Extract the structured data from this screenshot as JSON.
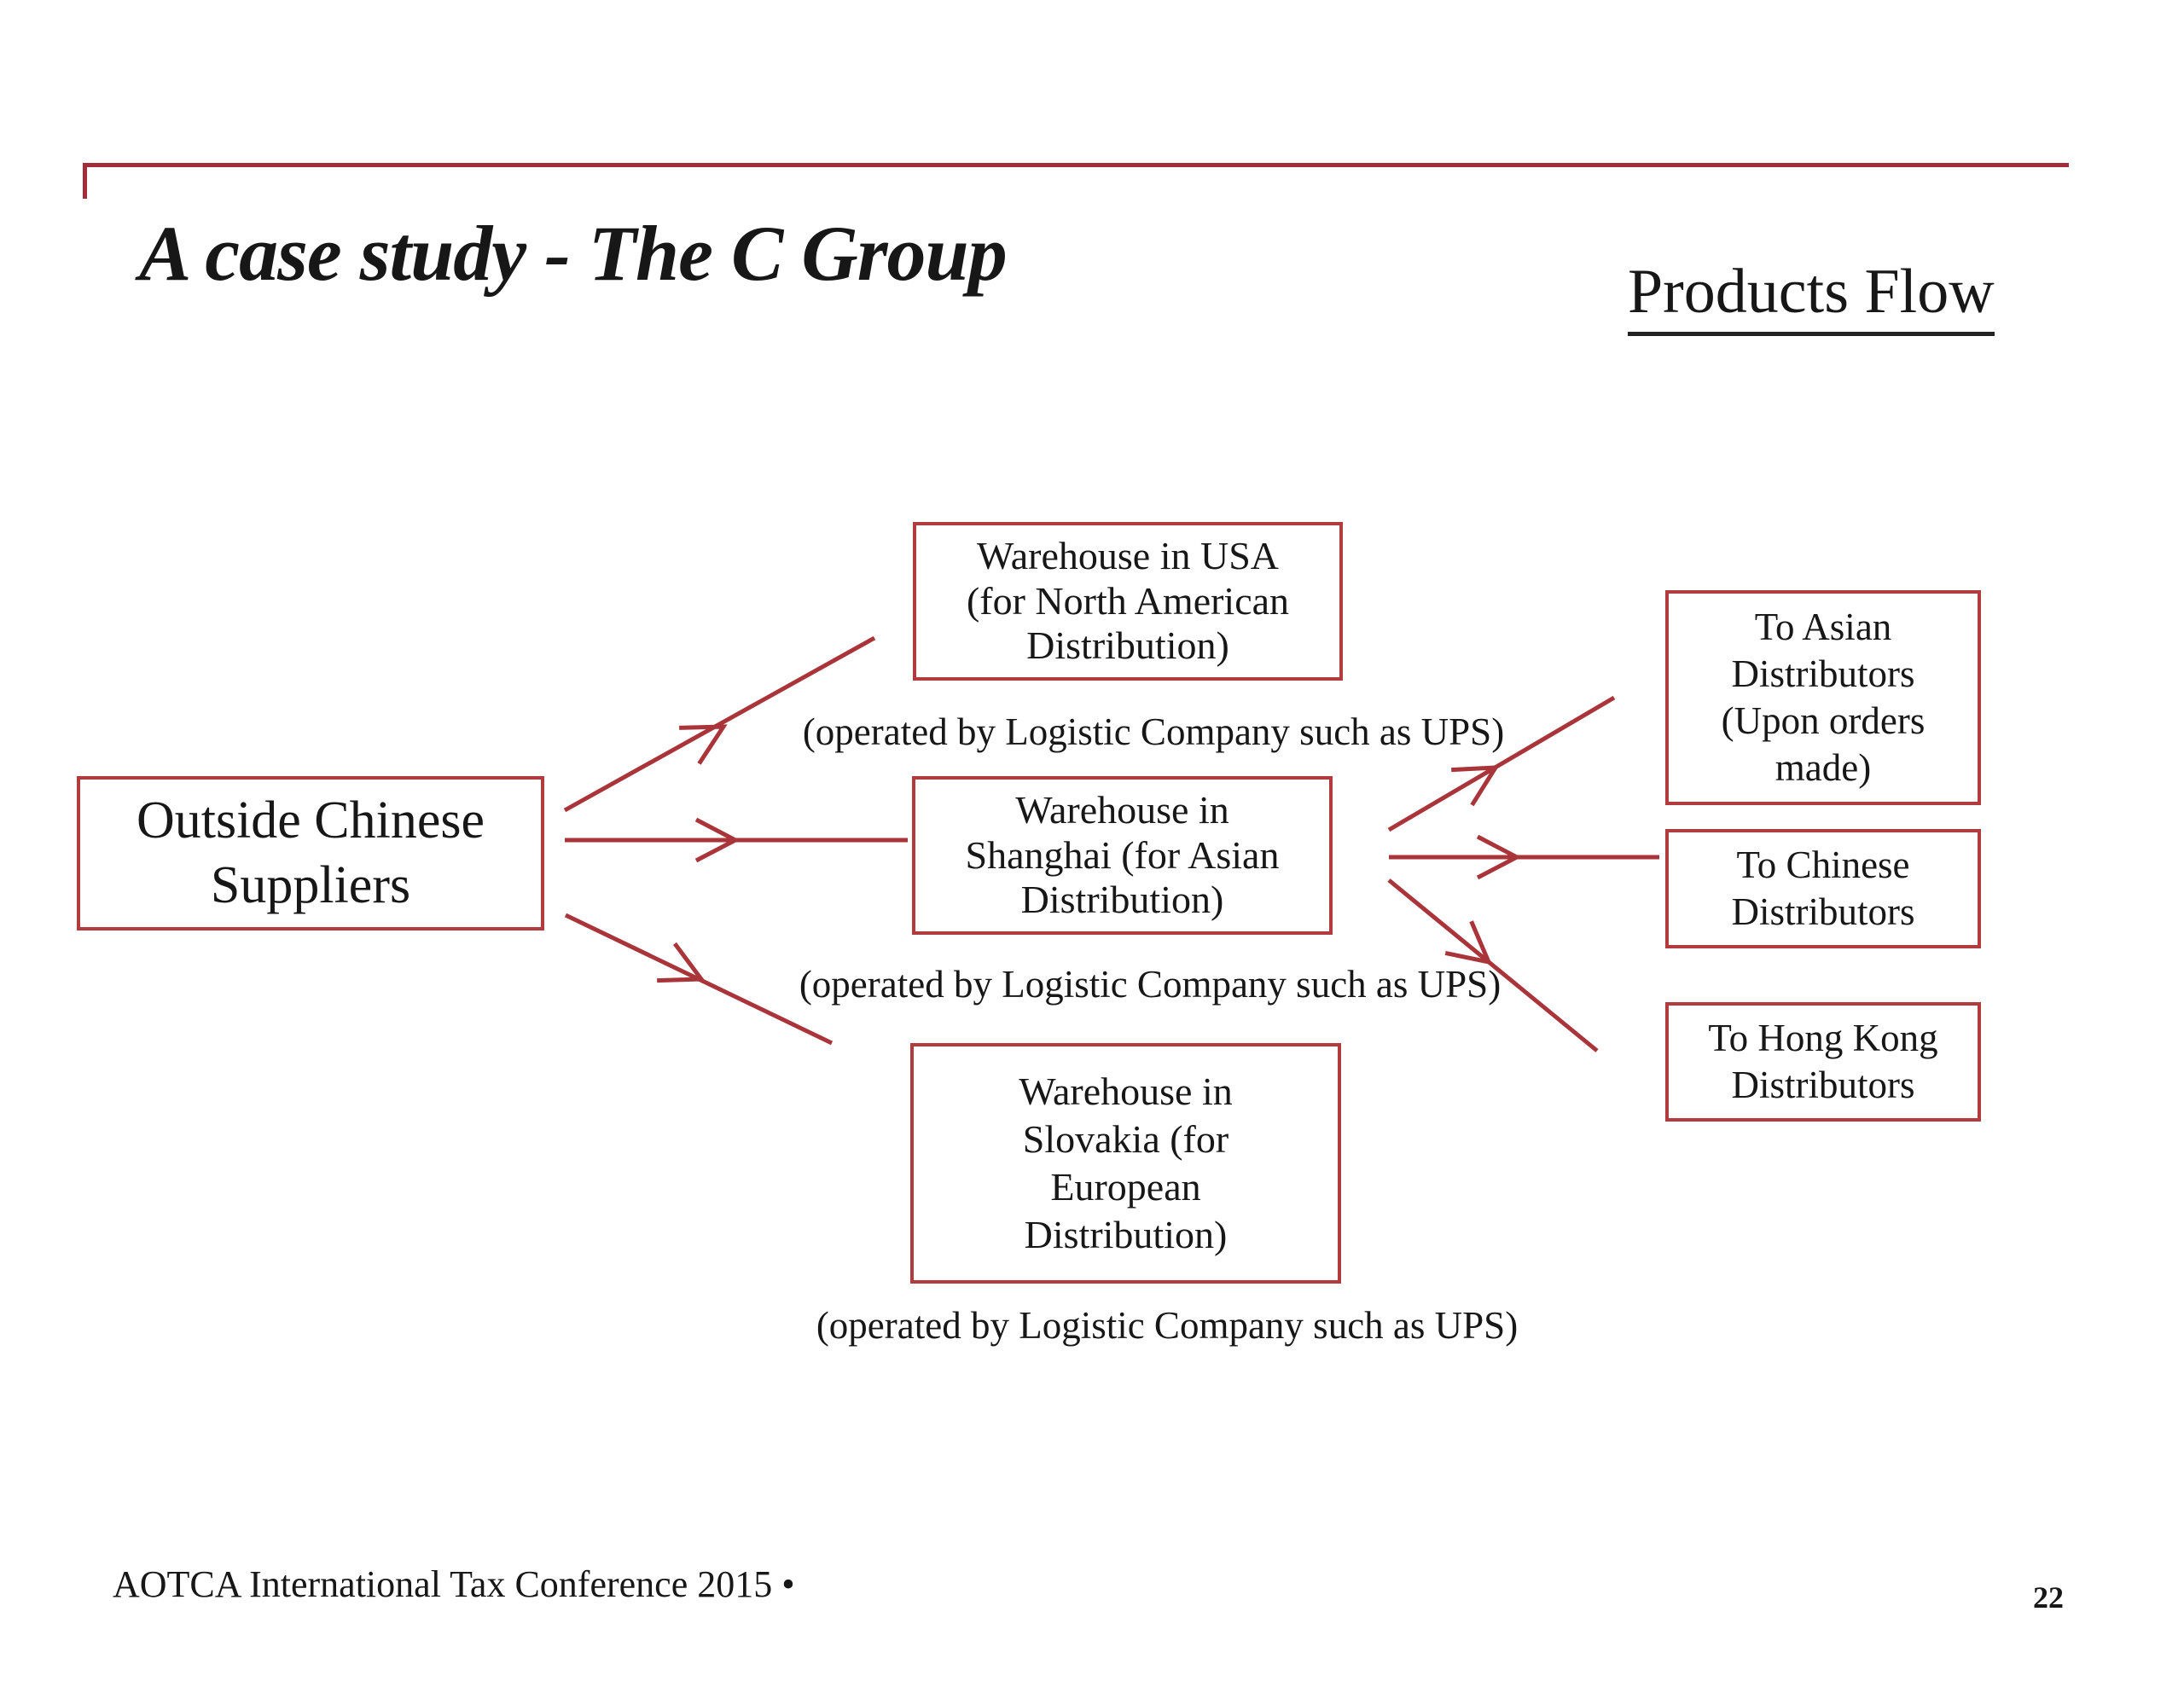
{
  "slide": {
    "title": "A case study - The C Group",
    "subtitle": "Products Flow",
    "footer": "AOTCA International Tax Conference 2015 •",
    "page_number": "22"
  },
  "diagram": {
    "supplier": {
      "label": "Outside Chinese\nSuppliers"
    },
    "warehouses": [
      {
        "id": "usa",
        "label": "Warehouse in USA\n(for North American\nDistribution)",
        "caption": "(operated by Logistic Company such as UPS)"
      },
      {
        "id": "shanghai",
        "label": "Warehouse in\nShanghai (for Asian\nDistribution)",
        "caption": "(operated by Logistic Company such as UPS)"
      },
      {
        "id": "slovakia",
        "label": "Warehouse in\nSlovakia (for\nEuropean\nDistribution)",
        "caption": "(operated by Logistic Company such as UPS)"
      }
    ],
    "distributors": [
      {
        "id": "asia",
        "label": "To Asian\nDistributors\n(Upon orders\nmade)"
      },
      {
        "id": "chinese",
        "label": "To Chinese\nDistributors"
      },
      {
        "id": "hongkong",
        "label": "To Hong Kong\nDistributors"
      }
    ],
    "edges": [
      {
        "from": "outside-chinese-suppliers",
        "to": "warehouse-usa"
      },
      {
        "from": "outside-chinese-suppliers",
        "to": "warehouse-shanghai"
      },
      {
        "from": "outside-chinese-suppliers",
        "to": "warehouse-slovakia"
      },
      {
        "from": "warehouse-shanghai",
        "to": "asian-distributors"
      },
      {
        "from": "warehouse-shanghai",
        "to": "chinese-distributors"
      },
      {
        "from": "warehouse-shanghai",
        "to": "hong-kong-distributors"
      }
    ],
    "colors": {
      "top_rule": "#a22c38",
      "box_border": "#b23b3e",
      "arrow": "#a93439",
      "text": "#171717"
    }
  }
}
